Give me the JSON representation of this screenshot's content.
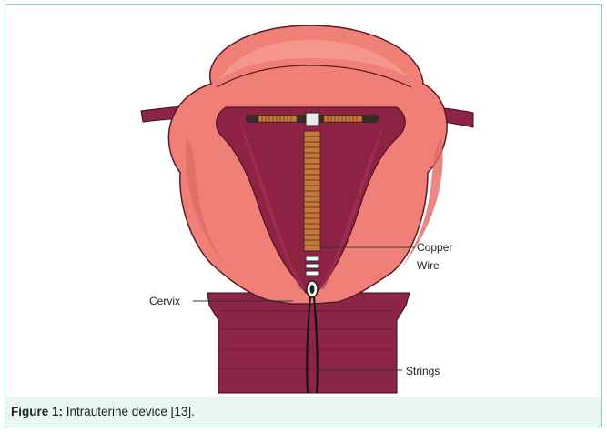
{
  "diagram": {
    "labels": {
      "copper_line1": "Copper",
      "copper_line2": "Wire",
      "cervix": "Cervix",
      "strings": "Strings"
    }
  },
  "caption": {
    "prefix": "Figure 1:",
    "text": " Intrauterine device [13]."
  },
  "colors": {
    "frame_border": "#7fd6c4",
    "caption_background": "#e9f6f3",
    "uterus_outer": "#f07f78",
    "uterus_inner": "#8e2244",
    "copper": "#c8783a"
  }
}
